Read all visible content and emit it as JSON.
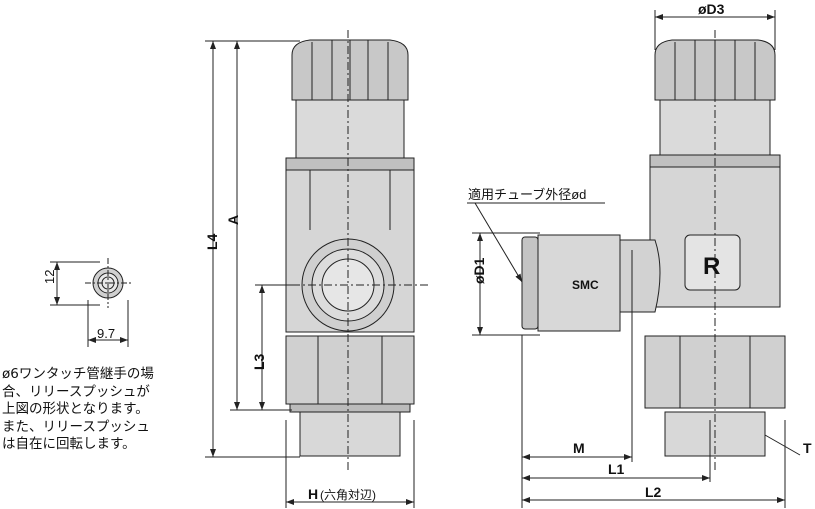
{
  "colors": {
    "body": "#d4d4d4",
    "cap": "#c8c8c8",
    "line": "#222222"
  },
  "side_view": {
    "height_label": "12",
    "width_label": "9.7"
  },
  "note": {
    "lines": [
      "ø6ワンタッチ管継手の場",
      "合、リリースプッシュが",
      "上図の形状となります。",
      "また、リリースプッシュ",
      "は自在に回転します。"
    ]
  },
  "front_view": {
    "dim_L4": "L4",
    "dim_A": "A",
    "dim_L3": "L3",
    "dim_H": "H",
    "dim_H_note": "(六角対辺)"
  },
  "right_view": {
    "dim_D3": "øD3",
    "dim_D1": "øD1",
    "tube_label": "適用チューブ外径ød",
    "dim_M": "M",
    "dim_L1": "L1",
    "dim_L2": "L2",
    "dim_T": "T",
    "logo": "SMC",
    "badge": "R"
  }
}
